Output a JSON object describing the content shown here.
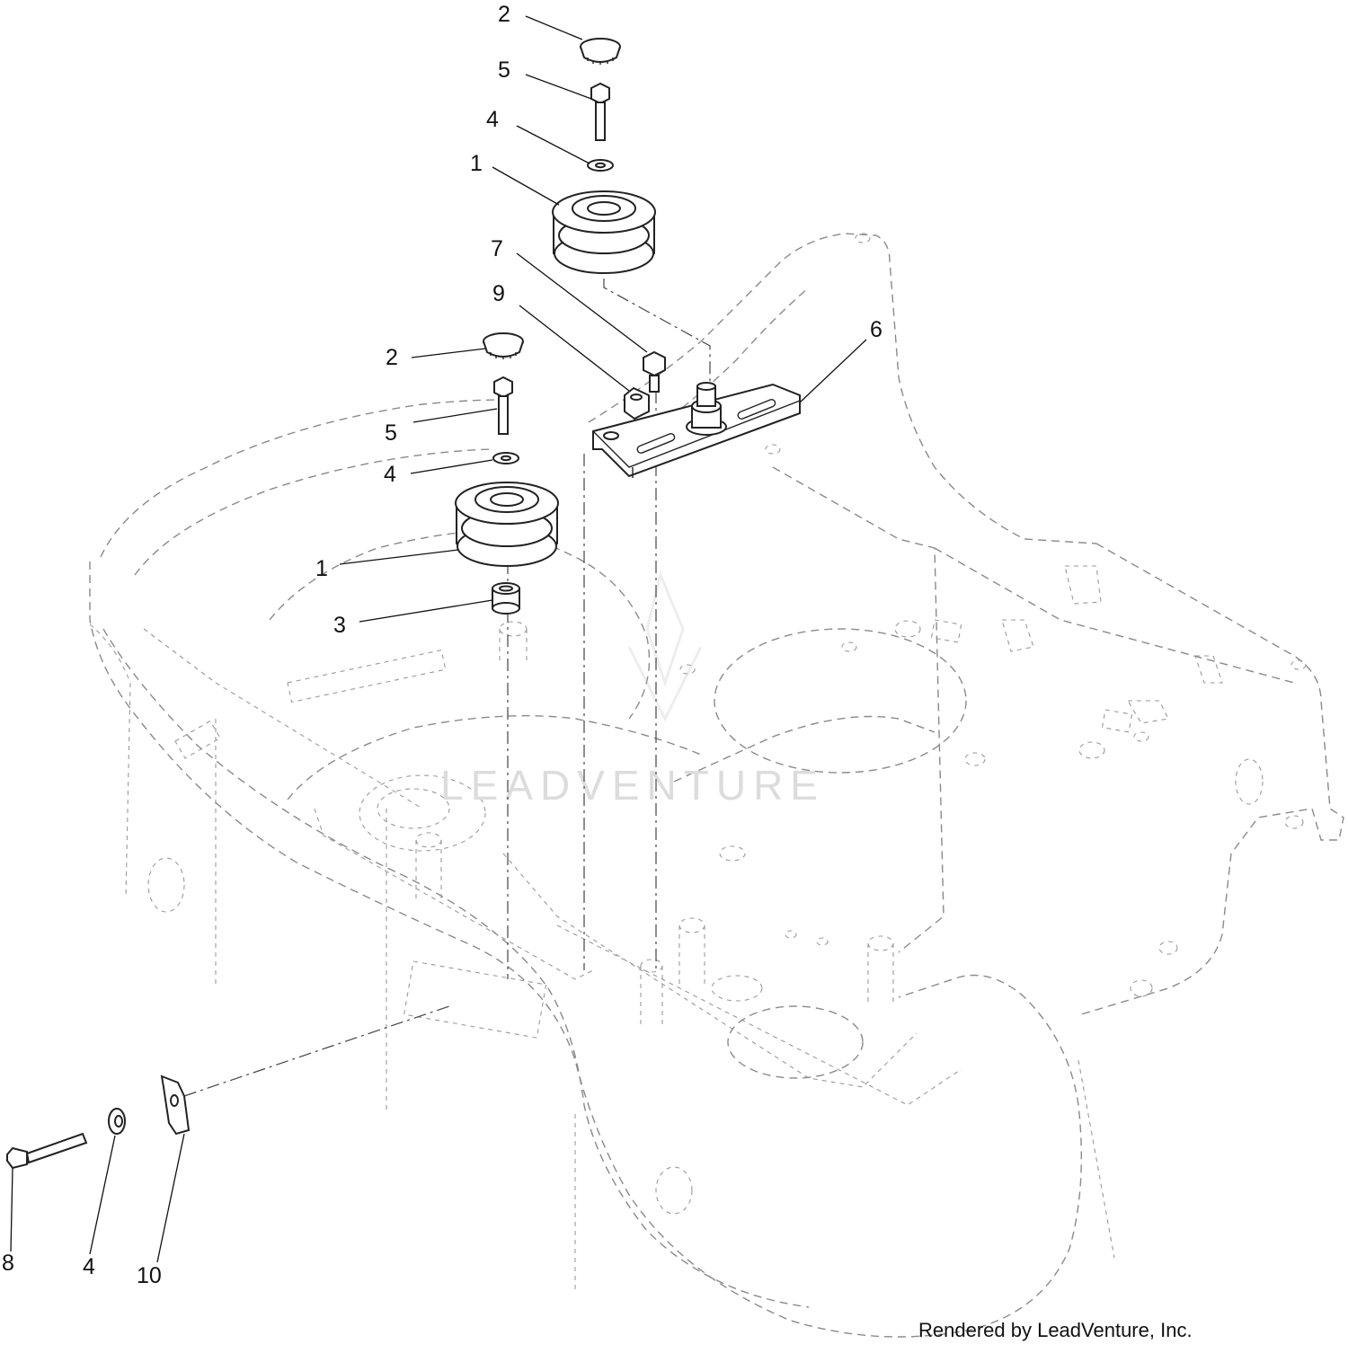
{
  "callouts": [
    {
      "id": "2a",
      "text": "2"
    },
    {
      "id": "5a",
      "text": "5"
    },
    {
      "id": "4a",
      "text": "4"
    },
    {
      "id": "1a",
      "text": "1"
    },
    {
      "id": "7",
      "text": "7"
    },
    {
      "id": "9",
      "text": "9"
    },
    {
      "id": "6",
      "text": "6"
    },
    {
      "id": "2b",
      "text": "2"
    },
    {
      "id": "5b",
      "text": "5"
    },
    {
      "id": "4b",
      "text": "4"
    },
    {
      "id": "1b",
      "text": "1"
    },
    {
      "id": "3",
      "text": "3"
    },
    {
      "id": "8",
      "text": "8"
    },
    {
      "id": "4c",
      "text": "4"
    },
    {
      "id": "10",
      "text": "10"
    }
  ],
  "watermark": "LEADVENTURE",
  "credit": "Rendered by LeadVenture, Inc."
}
